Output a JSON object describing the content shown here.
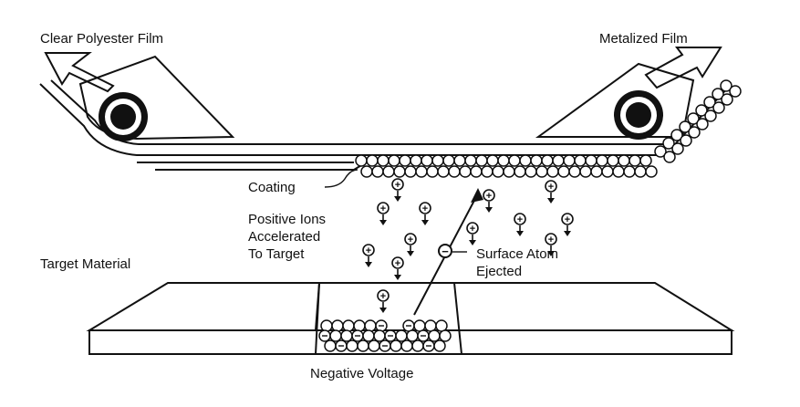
{
  "labels": {
    "clear_film": "Clear Polyester Film",
    "metalized_film": "Metalized Film",
    "coating": "Coating",
    "positive_ions": [
      "Positive Ions",
      "Accelerated",
      "To Target"
    ],
    "target_material": "Target Material",
    "surface_atom": [
      "Surface Atom",
      "Ejected"
    ],
    "negative_voltage": "Negative Voltage"
  },
  "ion_symbols": {
    "positive": "+",
    "negative": "−"
  },
  "colors": {
    "ink": "#111111",
    "background": "#ffffff"
  }
}
